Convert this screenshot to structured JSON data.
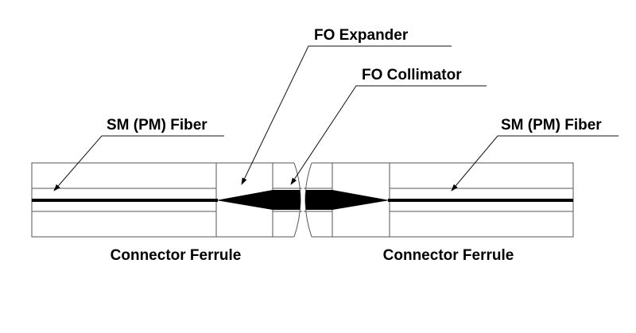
{
  "diagram": {
    "labels": {
      "fo_expander": "FO Expander",
      "fo_collimator": "FO Collimator",
      "sm_fiber_left": "SM (PM) Fiber",
      "sm_fiber_right": "SM (PM) Fiber",
      "ferrule_left": "Connector Ferrule",
      "ferrule_right": "Connector Ferrule"
    },
    "colors": {
      "line": "#555555",
      "fiber": "#000000",
      "text": "#000000"
    }
  }
}
